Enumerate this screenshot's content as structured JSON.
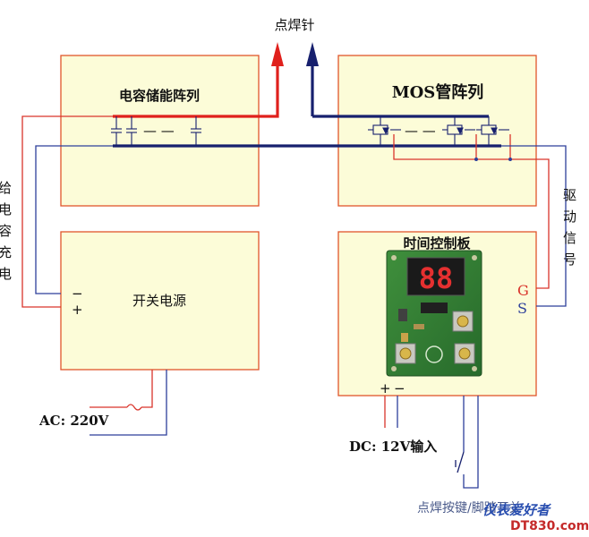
{
  "diagram": {
    "top_label": "点焊针",
    "cap_bank_label": "电容储能阵列",
    "mos_array_label": "MOS管阵列",
    "left_side_label": "给电容充电",
    "right_side_label": "驱动信号",
    "psu_label": "开关电源",
    "psu_minus": "−",
    "psu_plus": "+",
    "timer_label": "时间控制板",
    "gate_label": "G",
    "source_label": "S",
    "ac_label": "AC: 220V",
    "dc_label": "DC: 12V输入",
    "dc_plus": "+",
    "dc_minus": "−",
    "footer_label": "点焊按键/脚踏开关",
    "display_digits": "88",
    "dashes": "— —"
  },
  "watermark": {
    "line1": "仪表爱好者",
    "line2": "DT830.com"
  },
  "colors": {
    "box_fill": "#fcfcd8",
    "box_border": "#e0552b",
    "positive_wire": "#e0201c",
    "negative_wire": "#17206e",
    "pcb_green": "#2f7d34"
  }
}
